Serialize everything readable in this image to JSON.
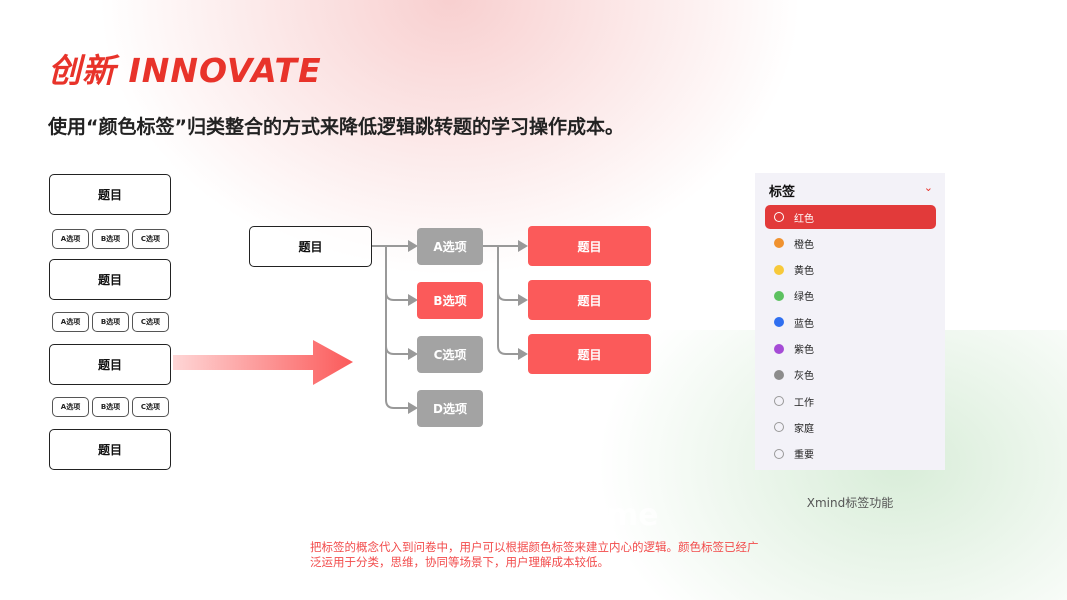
{
  "header": {
    "title": "创新 INNOVATE",
    "subtitle": "使用“颜色标签”归类整合的方式来降低逻辑跳转题的学习操作成本。"
  },
  "left_flow": {
    "question": "题目",
    "options": [
      "A选项",
      "B选项",
      "C选项"
    ]
  },
  "tree": {
    "root": "题目",
    "options": [
      "A选项",
      "B选项",
      "C选项",
      "D选项"
    ],
    "highlighted_option": "B选项",
    "children": [
      "题目",
      "题目",
      "题目"
    ]
  },
  "tag_panel": {
    "title": "标签",
    "tags": [
      {
        "label": "红色",
        "color": "#e23a3a",
        "selected": true
      },
      {
        "label": "橙色",
        "color": "#f0922f"
      },
      {
        "label": "黄色",
        "color": "#f7c93a"
      },
      {
        "label": "绿色",
        "color": "#5cc160"
      },
      {
        "label": "蓝色",
        "color": "#2f6ff0"
      },
      {
        "label": "紫色",
        "color": "#a54bd6"
      },
      {
        "label": "灰色",
        "color": "#8c8c8c"
      },
      {
        "label": "工作",
        "color": "none"
      },
      {
        "label": "家庭",
        "color": "none"
      },
      {
        "label": "重要",
        "color": "none"
      }
    ],
    "caption": "Xmind标签功能"
  },
  "note": "把标签的概念代入到问卷中，用户可以根据颜色标签来建立内心的逻辑。颜色标签已经广泛运用于分类，思维，协同等场景下，用户理解成本较低。",
  "watermark": "contact me",
  "colors": {
    "accent": "#e8332a",
    "option_red": "#fb5a5a",
    "option_gray": "#a3a3a3"
  }
}
